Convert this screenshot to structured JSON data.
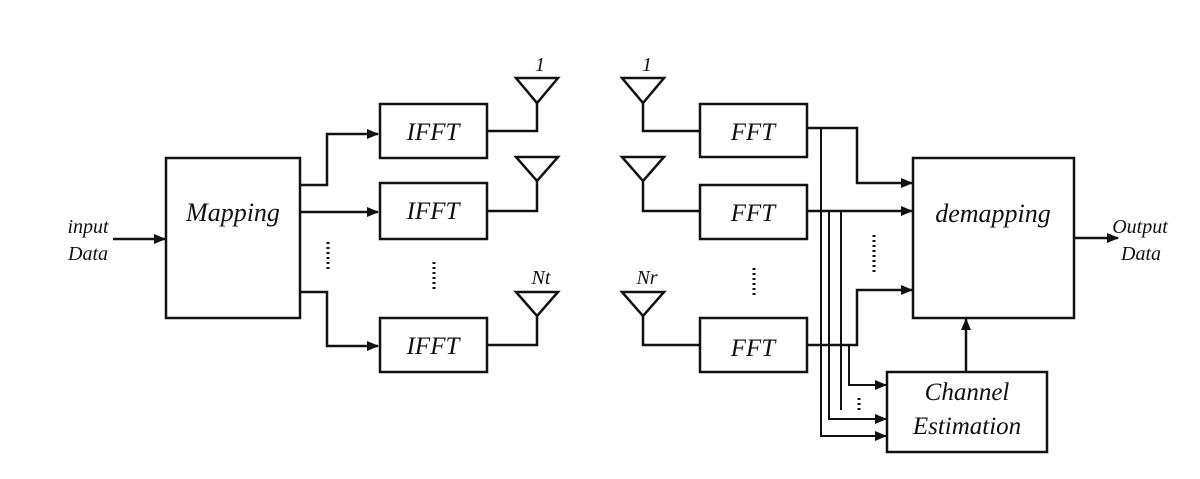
{
  "input_label": {
    "line1": "input",
    "line2": "Data"
  },
  "output_label": {
    "line1": "Output",
    "line2": "Data"
  },
  "mapping": {
    "label": "Mapping"
  },
  "ifft": [
    {
      "label": "IFFT"
    },
    {
      "label": "IFFT"
    },
    {
      "label": "IFFT"
    }
  ],
  "fft": [
    {
      "label": "FFT"
    },
    {
      "label": "FFT"
    },
    {
      "label": "FFT"
    }
  ],
  "tx_antennas": [
    {
      "label": "1"
    },
    {
      "label": ""
    },
    {
      "label": "Nt"
    }
  ],
  "rx_antennas": [
    {
      "label": "1"
    },
    {
      "label": ""
    },
    {
      "label": "Nr"
    }
  ],
  "demapping": {
    "label": "demapping"
  },
  "channel_estimation": {
    "line1": "Channel",
    "line2": "Estimation"
  }
}
